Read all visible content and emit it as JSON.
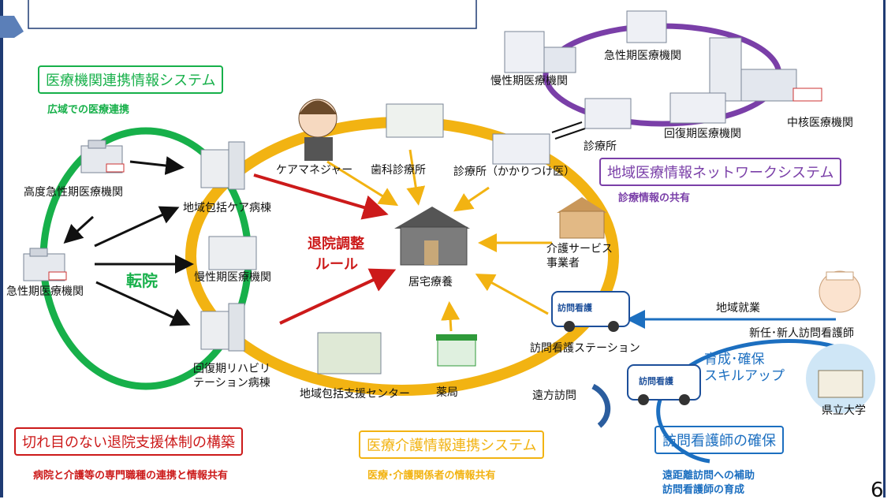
{
  "colors": {
    "green": "#17b04a",
    "purple": "#7a3fa8",
    "orange": "#f2b312",
    "red": "#cc1a1a",
    "blue": "#1c6fc0",
    "left_border": "#1f3b73"
  },
  "systems": {
    "medical": {
      "title": "医療機関連携情報システム",
      "sub": "広域での医療連携"
    },
    "regional": {
      "title": "地域医療情報ネットワークシステム",
      "sub": "診療情報の共有"
    },
    "care": {
      "title": "医療介護情報連携システム",
      "sub": "医療･介護関係者の情報共有"
    },
    "seamless": {
      "title": "切れ目のない退院支援体制の構築",
      "sub": "病院と介護等の専門職種の連携と情報共有"
    },
    "nurse": {
      "title": "訪問看護師の確保",
      "sub1": "遠距離訪問への補助",
      "sub2": "訪問看護師の育成"
    }
  },
  "labels": {
    "advanced_acute": "高度急性期医療機関",
    "acute_left": "急性期医療機関",
    "transfer": "転院",
    "community_care_ward": "地域包括ケア病棟",
    "chronic_left": "慢性期医療機関",
    "rehab_line1": "回復期リハビリ",
    "rehab_line2": "テーション病棟",
    "care_manager": "ケアマネジャー",
    "dental": "歯科診療所",
    "clinic_family": "診療所（かかりつけ医）",
    "discharge_rule_1": "退院調整",
    "discharge_rule_2": "ルール",
    "home_care": "居宅療養",
    "care_service_1": "介護サービス",
    "care_service_2": "事業者",
    "visiting_station": "訪問看護ステーション",
    "community_support": "地域包括支援センター",
    "pharmacy": "薬局",
    "remote_visit": "遠方訪問",
    "chronic_top": "慢性期医療機関",
    "acute_top": "急性期医療機関",
    "recovery_top": "回復期医療機関",
    "core": "中核医療機関",
    "clinic_top": "診療所",
    "regional_work": "地域就業",
    "new_nurse": "新任･新人訪問看護師",
    "train_1": "育成･確保",
    "train_2": "スキルアップ",
    "university": "県立大学",
    "van_sign": "訪問看護",
    "page_num": "6"
  }
}
